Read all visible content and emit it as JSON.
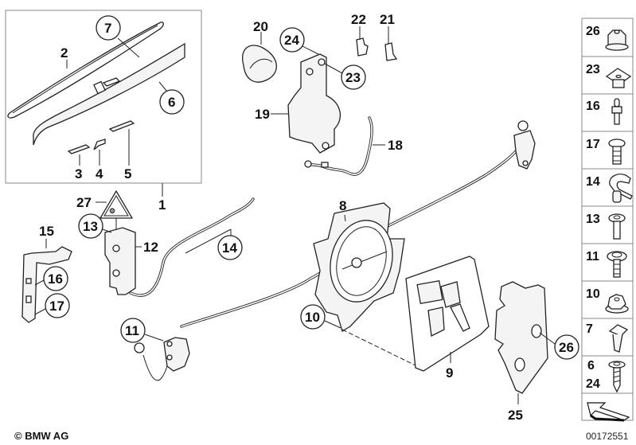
{
  "diagram": {
    "title": "Trunk lid lock / release parts diagram",
    "callouts": [
      {
        "id": "1",
        "label": "1"
      },
      {
        "id": "2",
        "label": "2"
      },
      {
        "id": "3",
        "label": "3"
      },
      {
        "id": "4",
        "label": "4"
      },
      {
        "id": "5",
        "label": "5"
      },
      {
        "id": "6",
        "label": "6"
      },
      {
        "id": "7",
        "label": "7"
      },
      {
        "id": "8",
        "label": "8"
      },
      {
        "id": "9",
        "label": "9"
      },
      {
        "id": "10",
        "label": "10"
      },
      {
        "id": "11",
        "label": "11"
      },
      {
        "id": "12",
        "label": "12"
      },
      {
        "id": "13",
        "label": "13"
      },
      {
        "id": "14",
        "label": "14"
      },
      {
        "id": "15",
        "label": "15"
      },
      {
        "id": "16",
        "label": "16"
      },
      {
        "id": "17",
        "label": "17"
      },
      {
        "id": "18",
        "label": "18"
      },
      {
        "id": "19",
        "label": "19"
      },
      {
        "id": "20",
        "label": "20"
      },
      {
        "id": "21",
        "label": "21"
      },
      {
        "id": "22",
        "label": "22"
      },
      {
        "id": "23",
        "label": "23"
      },
      {
        "id": "24",
        "label": "24"
      },
      {
        "id": "25",
        "label": "25"
      },
      {
        "id": "26",
        "label": "26"
      },
      {
        "id": "27",
        "label": "27"
      }
    ],
    "legend": [
      {
        "label": "26",
        "icon": "flange-nut-icon"
      },
      {
        "label": "23",
        "icon": "square-clip-nut-icon"
      },
      {
        "label": "16",
        "icon": "stud-bolt-icon"
      },
      {
        "label": "17",
        "icon": "pan-head-screw-icon"
      },
      {
        "label": "14",
        "icon": "cable-clip-icon"
      },
      {
        "label": "13",
        "icon": "washer-screw-icon"
      },
      {
        "label": "11",
        "icon": "flange-screw-icon"
      },
      {
        "label": "10",
        "icon": "hex-nut-icon"
      },
      {
        "label": "7",
        "icon": "spring-nut-icon"
      },
      {
        "label": "6",
        "label2": "24",
        "icon": "self-tapping-screw-icon"
      }
    ],
    "orientation_icon": "direction-arrow-icon"
  },
  "footer": {
    "copyright": "© BMW AG",
    "diagram_id": "00172551"
  }
}
